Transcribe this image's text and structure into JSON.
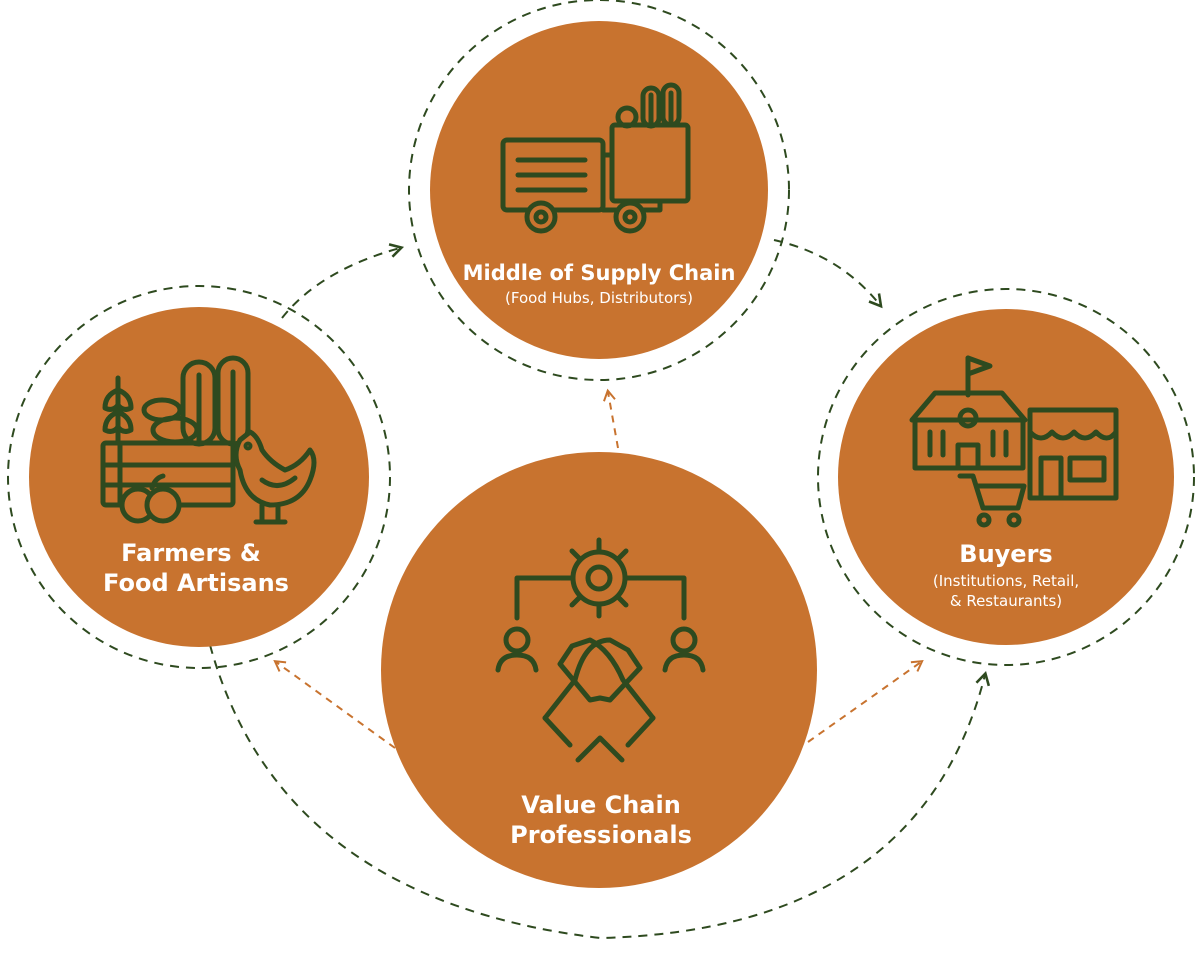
{
  "colors": {
    "circle_fill": "#c8732f",
    "dark_green": "#2e4a1f",
    "orange_arrow": "#c8732f",
    "text": "#ffffff"
  },
  "nodes": {
    "middle": {
      "title": "Middle of Supply Chain",
      "subtitle": "(Food Hubs, Distributors)",
      "icon": "delivery-truck-icon"
    },
    "farmers": {
      "title_line1": "Farmers &",
      "title_line2": "Food Artisans",
      "icon": "farm-crate-chicken-icon"
    },
    "buyers": {
      "title": "Buyers",
      "subtitle_line1": "(Institutions, Retail,",
      "subtitle_line2": "& Restaurants)",
      "icon": "school-store-cart-icon"
    },
    "value_chain": {
      "title_line1": "Value Chain",
      "title_line2": "Professionals",
      "icon": "handshake-gear-icon"
    }
  }
}
